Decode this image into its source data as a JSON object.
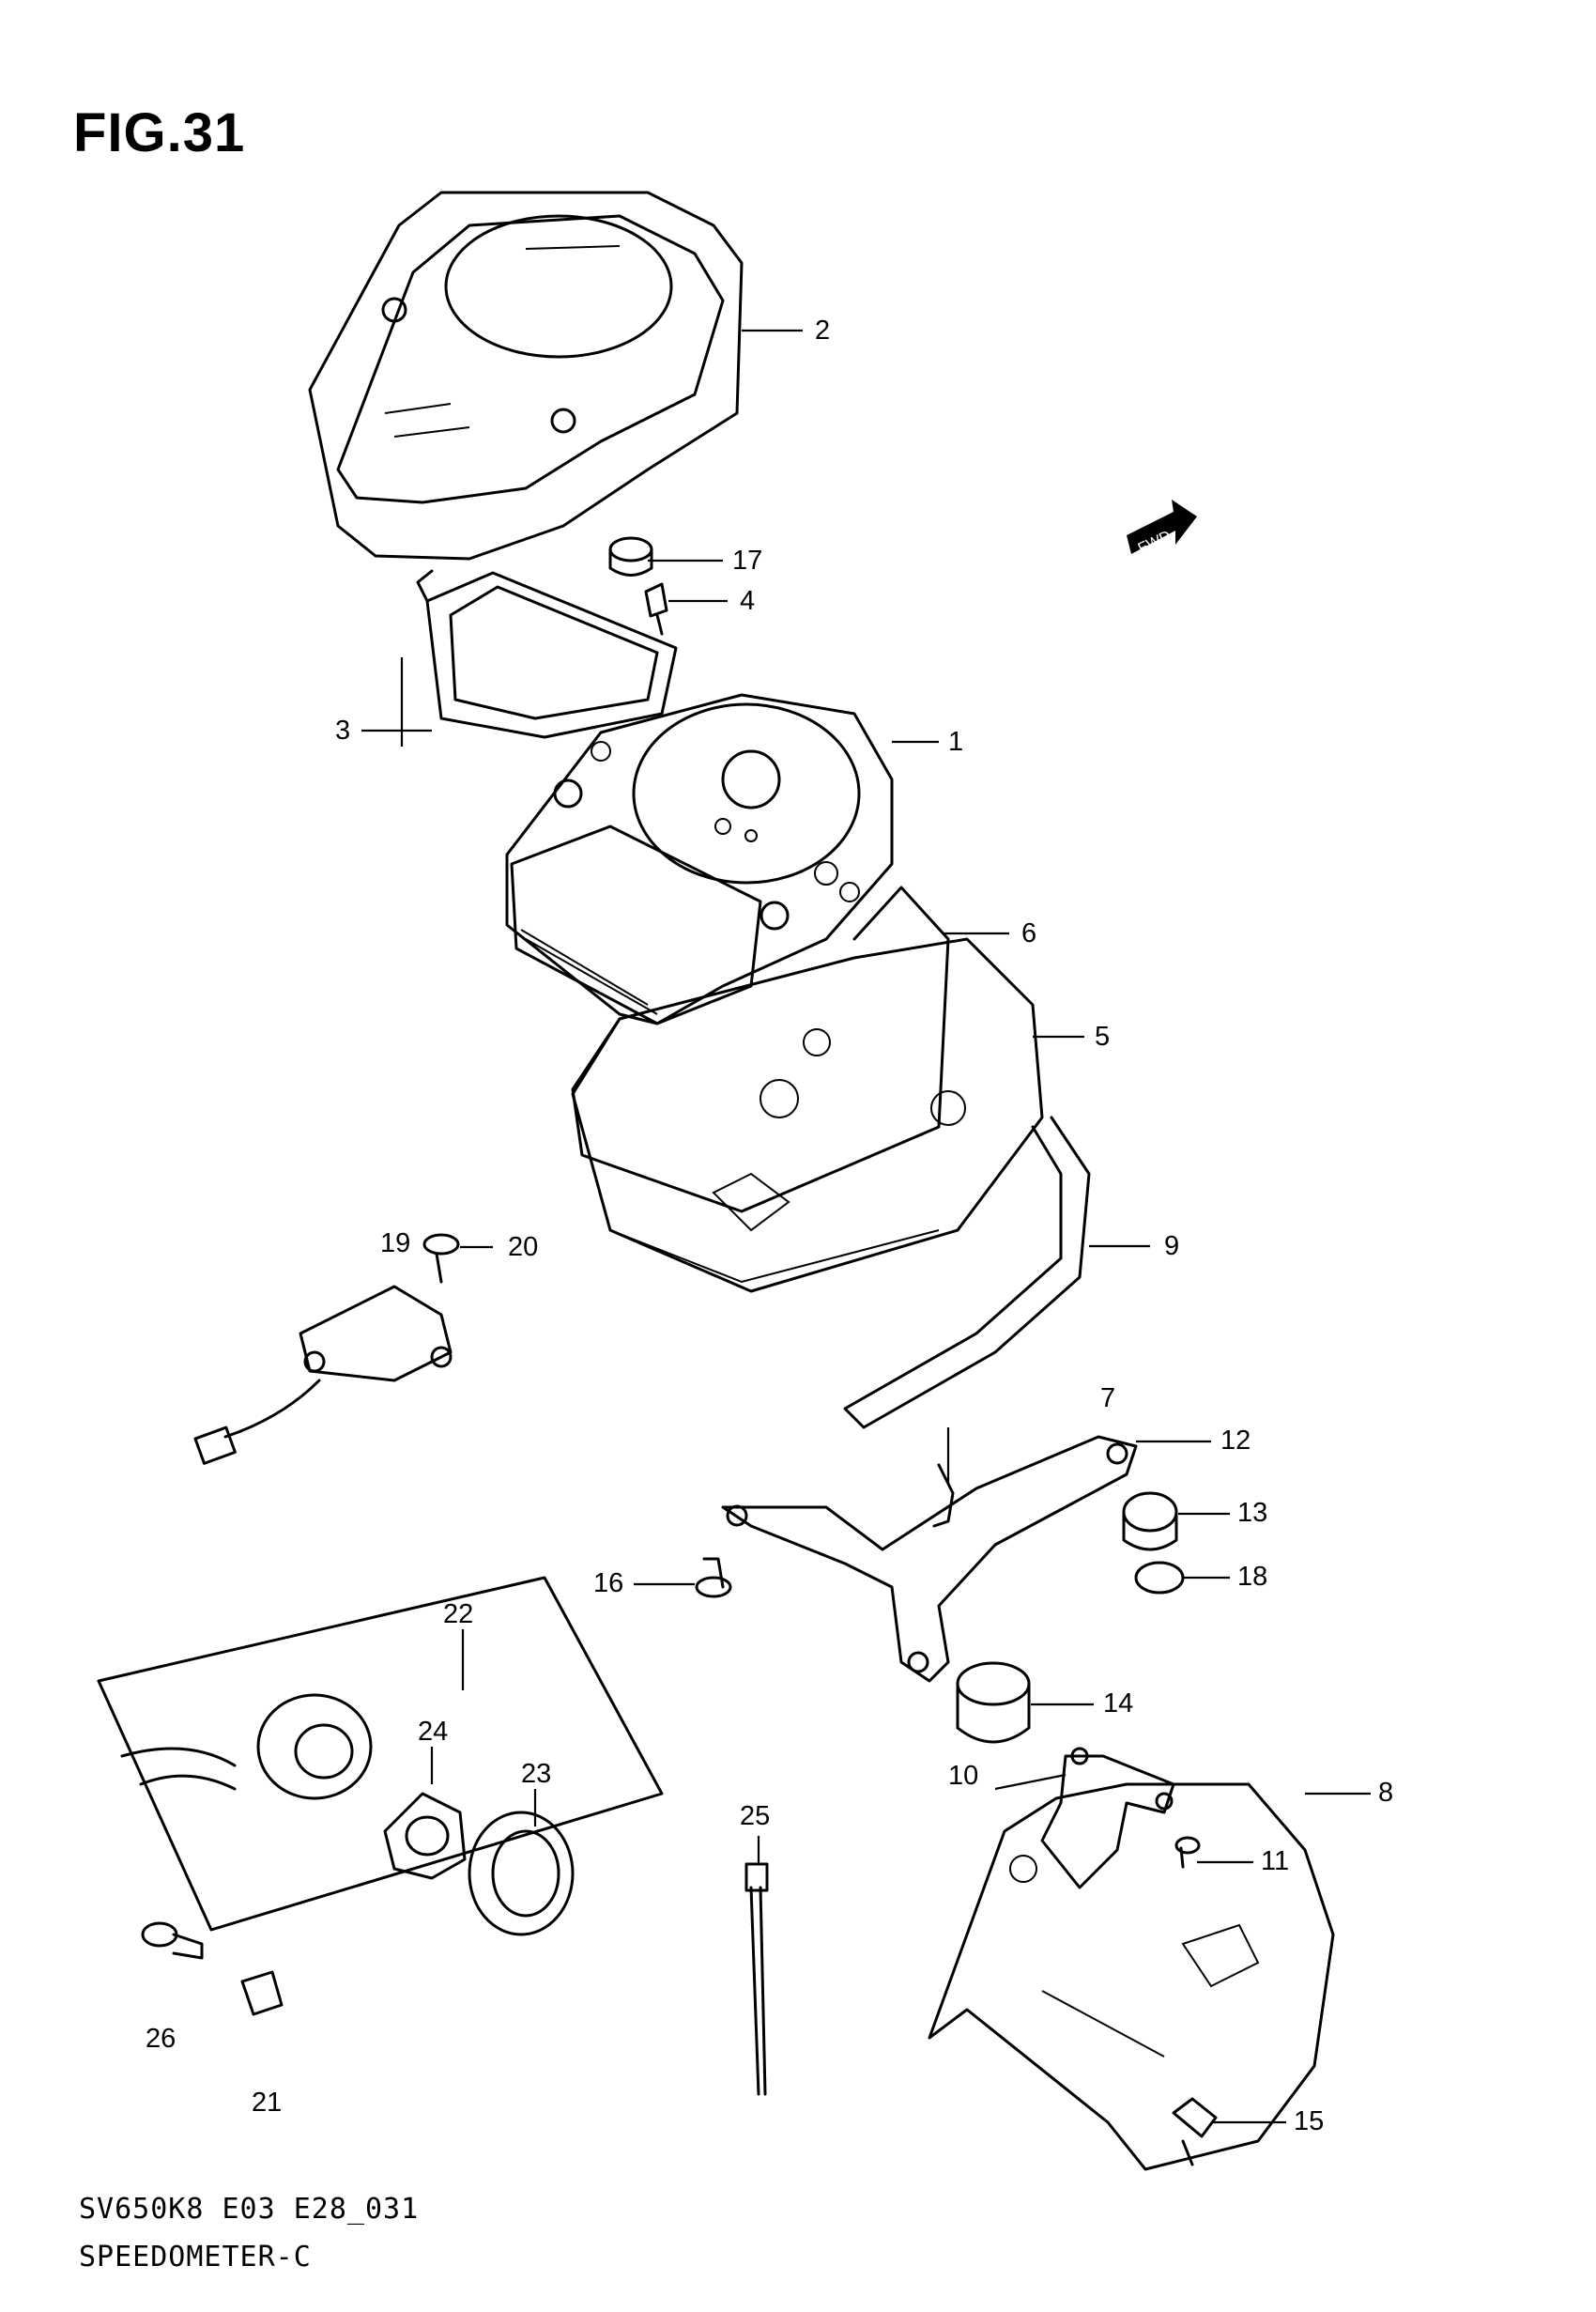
{
  "figure": {
    "title": "FIG.31"
  },
  "fwd_label": "FWD",
  "callouts": [
    {
      "id": "p2",
      "label": "2"
    },
    {
      "id": "p17",
      "label": "17"
    },
    {
      "id": "p4",
      "label": "4"
    },
    {
      "id": "p3",
      "label": "3"
    },
    {
      "id": "p1",
      "label": "1"
    },
    {
      "id": "p6",
      "label": "6"
    },
    {
      "id": "p5",
      "label": "5"
    },
    {
      "id": "p19",
      "label": "19"
    },
    {
      "id": "p20",
      "label": "20"
    },
    {
      "id": "p9",
      "label": "9"
    },
    {
      "id": "p7",
      "label": "7"
    },
    {
      "id": "p12",
      "label": "12"
    },
    {
      "id": "p13",
      "label": "13"
    },
    {
      "id": "p16",
      "label": "16"
    },
    {
      "id": "p18",
      "label": "18"
    },
    {
      "id": "p22",
      "label": "22"
    },
    {
      "id": "p14",
      "label": "14"
    },
    {
      "id": "p24",
      "label": "24"
    },
    {
      "id": "p23",
      "label": "23"
    },
    {
      "id": "p10",
      "label": "10"
    },
    {
      "id": "p8",
      "label": "8"
    },
    {
      "id": "p25",
      "label": "25"
    },
    {
      "id": "p11",
      "label": "11"
    },
    {
      "id": "p26",
      "label": "26"
    },
    {
      "id": "p21",
      "label": "21"
    },
    {
      "id": "p15",
      "label": "15"
    }
  ],
  "footer": {
    "code": "SV650K8 E03 E28_031",
    "name": "SPEEDOMETER-C"
  }
}
